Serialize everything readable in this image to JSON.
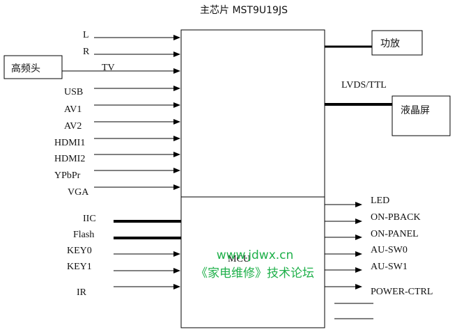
{
  "title": "主芯片 MST9U19JS",
  "inputs": [
    {
      "label": "L"
    },
    {
      "label": "R"
    },
    {
      "label": "TV"
    },
    {
      "label": "USB"
    },
    {
      "label": "AV1"
    },
    {
      "label": "AV2"
    },
    {
      "label": "HDMI1"
    },
    {
      "label": "HDMI2"
    },
    {
      "label": "YPbPr"
    },
    {
      "label": "VGA"
    }
  ],
  "tuner": {
    "label": "高频头"
  },
  "amplifier": {
    "label": "功放"
  },
  "lcd": {
    "label": "液晶屏"
  },
  "lvds_label": "LVDS/TTL",
  "mcu": {
    "label": "MCU"
  },
  "mcu_inputs": [
    {
      "label": "IIC"
    },
    {
      "label": "Flash"
    },
    {
      "label": "KEY0"
    },
    {
      "label": "KEY1"
    },
    {
      "label": "IR"
    }
  ],
  "mcu_outputs": [
    {
      "label": "LED"
    },
    {
      "label": "ON-PBACK"
    },
    {
      "label": "ON-PANEL"
    },
    {
      "label": "AU-SW0"
    },
    {
      "label": "AU-SW1"
    },
    {
      "label": "POWER-CTRL"
    }
  ],
  "watermark": {
    "line1": "www.jdwx.cn",
    "line2": "《家电维修》技术论坛"
  },
  "colors": {
    "watermark": "#1fb04a",
    "line": "#000000"
  }
}
